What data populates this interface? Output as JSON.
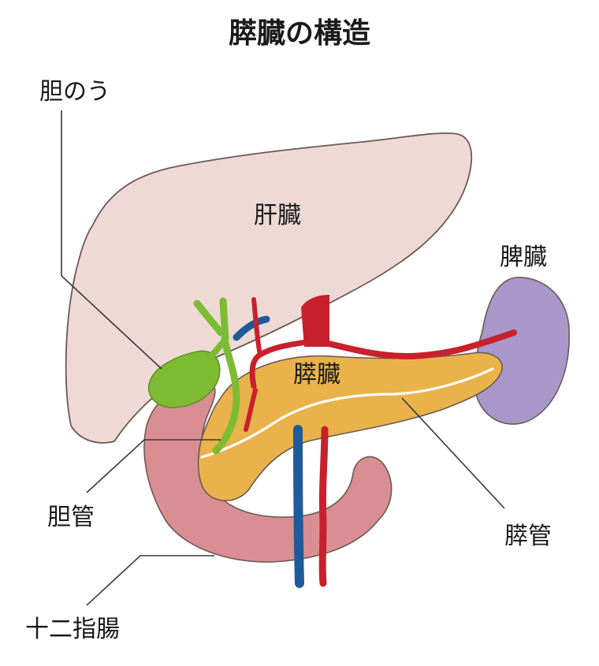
{
  "title": "膵臓の構造",
  "labels": {
    "gallbladder": "胆のう",
    "liver": "肝臓",
    "spleen": "脾臓",
    "pancreas": "膵臓",
    "bile_duct": "胆管",
    "pancreatic_duct": "膵管",
    "duodenum": "十二指腸"
  },
  "colors": {
    "liver": "#eed9d4",
    "gallbladder": "#7dbb32",
    "spleen": "#a997c9",
    "pancreas": "#e9b24a",
    "duodenum": "#d88e92",
    "artery": "#c8202c",
    "vein": "#1e5b9a",
    "outline": "#6b5a55"
  }
}
